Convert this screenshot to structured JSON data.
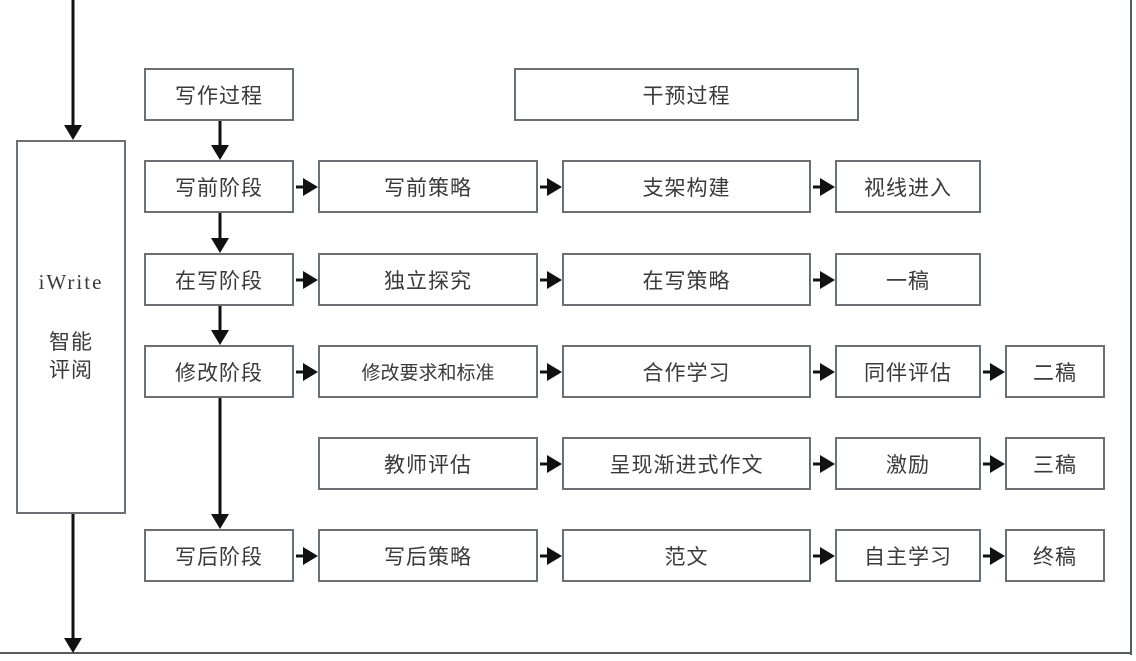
{
  "diagram": {
    "title_left": "iWrite",
    "side_panel": {
      "brand": "iWrite",
      "line1": "智能",
      "line2": "评阅"
    },
    "headers": {
      "writing_process": "写作过程",
      "intervention_process": "干预过程"
    },
    "stages": [
      {
        "label": "写前阶段"
      },
      {
        "label": "在写阶段"
      },
      {
        "label": "修改阶段"
      },
      {
        "label": "写后阶段"
      }
    ],
    "rows": [
      {
        "stage": "写前阶段",
        "steps": [
          "写前策略",
          "支架构建",
          "视线进入"
        ]
      },
      {
        "stage": "在写阶段",
        "steps": [
          "独立探究",
          "在写策略",
          "一稿"
        ]
      },
      {
        "stage": "修改阶段",
        "steps": [
          "修改要求和标准",
          "合作学习",
          "同伴评估",
          "二稿"
        ]
      },
      {
        "stage": "",
        "steps": [
          "教师评估",
          "呈现渐进式作文",
          "激励",
          "三稿"
        ]
      },
      {
        "stage": "写后阶段",
        "steps": [
          "写后策略",
          "范文",
          "自主学习",
          "终稿"
        ]
      }
    ],
    "colors": {
      "box_border": "#6b7074",
      "arrow": "#111111",
      "text": "#3a3a3a",
      "background": "#ffffff"
    }
  }
}
